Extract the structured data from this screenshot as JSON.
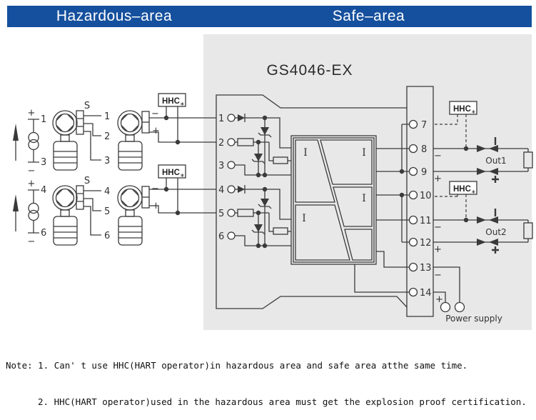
{
  "areas": {
    "hazardous": "Hazardous–area",
    "safe": "Safe–area"
  },
  "device": {
    "model": "GS4046-EX",
    "left_terminals": [
      "1",
      "2",
      "3",
      "4",
      "5",
      "6"
    ],
    "right_terminals": [
      "7",
      "8",
      "9",
      "10",
      "11",
      "12",
      "13",
      "14"
    ],
    "isolator_label": "I"
  },
  "hhc": {
    "label": "HHC",
    "mark": "∗"
  },
  "sym": {
    "plus": "+",
    "minus": "−",
    "s": "S"
  },
  "outputs": {
    "out1": "Out1",
    "out2": "Out2",
    "power_supply": "Power supply"
  },
  "notes": {
    "line1": "Note: 1. Can' t use HHC(HART operator)in hazardous area and safe area atthe same time.",
    "line2": "2. HHC(HART operator)used in the hazardous area must get the explosion proof certification."
  },
  "colors": {
    "header_bg": "#15509e",
    "header_text": "#ffffff",
    "hazardous_bg": "#d9edf8",
    "safe_bg": "#e8e8e8",
    "line": "#3a3a3a"
  }
}
